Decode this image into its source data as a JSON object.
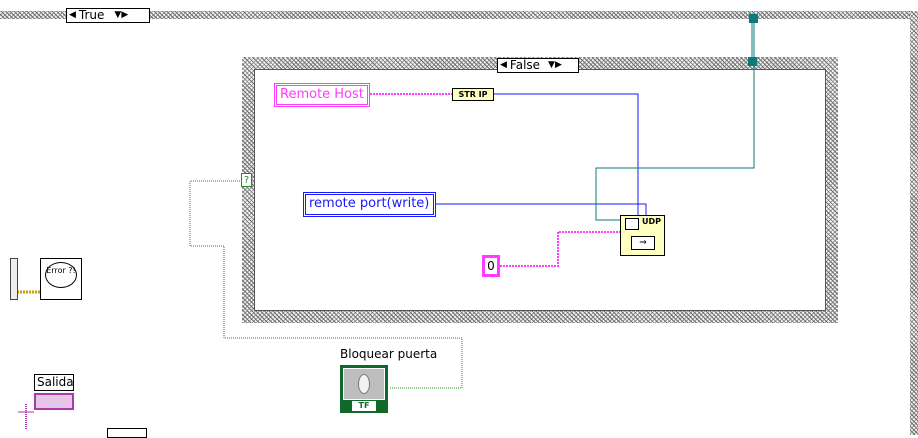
{
  "outer_case": {
    "selector_value": "True"
  },
  "inner_case": {
    "selector_value": "False"
  },
  "controls": {
    "remote_host": "Remote Host",
    "remote_port": "remote port(write)",
    "zero_constant": "0",
    "str_ip_node": "STR IP",
    "udp_node": "UDP",
    "bloquear_label": "Bloquear puerta",
    "tf_indicator": "TF",
    "salida_label": "Salida",
    "error_icon": "Error ?!",
    "selector_terminal": "?"
  },
  "colors": {
    "string_wire": "#ff3cff",
    "numeric_wire": "#1a1aff",
    "refnum_wire": "#0b7a7a",
    "bool_wire": "#2a8a2a"
  }
}
